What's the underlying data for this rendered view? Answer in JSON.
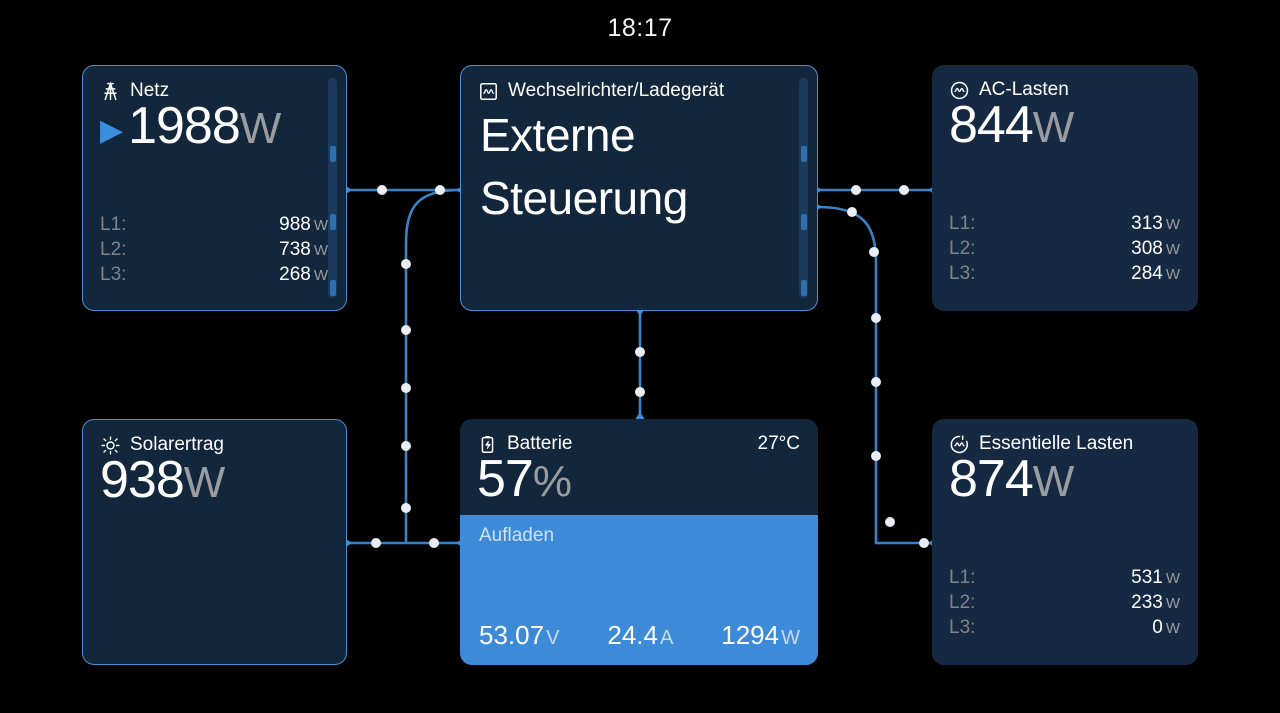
{
  "header": {
    "time": "18:17"
  },
  "panels": {
    "grid": {
      "name": "grid-panel",
      "icon": "transmission-tower-icon",
      "title": "Netz",
      "value": "1988",
      "unit": "W",
      "direction_arrow": "▶",
      "phases": [
        {
          "label": "L1:",
          "value": "988",
          "unit": "W"
        },
        {
          "label": "L2:",
          "value": "738",
          "unit": "W"
        },
        {
          "label": "L3:",
          "value": "268",
          "unit": "W"
        }
      ]
    },
    "inverter": {
      "name": "inverter-charger-panel",
      "icon": "inverter-sine-icon",
      "title": "Wechselrichter/Ladegerät",
      "status_line1": "Externe",
      "status_line2": "Steuerung"
    },
    "ac_loads": {
      "name": "ac-loads-panel",
      "icon": "ac-sine-circle-icon",
      "title": "AC-Lasten",
      "value": "844",
      "unit": "W",
      "phases": [
        {
          "label": "L1:",
          "value": "313",
          "unit": "W"
        },
        {
          "label": "L2:",
          "value": "308",
          "unit": "W"
        },
        {
          "label": "L3:",
          "value": "284",
          "unit": "W"
        }
      ]
    },
    "solar": {
      "name": "solar-yield-panel",
      "icon": "sun-icon",
      "title": "Solarertrag",
      "value": "938",
      "unit": "W"
    },
    "battery": {
      "name": "battery-panel",
      "icon": "battery-bolt-icon",
      "title": "Batterie",
      "temperature": "27°C",
      "soc_value": "57",
      "soc_unit": "%",
      "state": "Aufladen",
      "voltage": "53.07",
      "voltage_unit": "V",
      "current": "24.4",
      "current_unit": "A",
      "power": "1294",
      "power_unit": "W",
      "fill_percent": 57
    },
    "essential_loads": {
      "name": "essential-loads-panel",
      "icon": "essential-loads-icon",
      "title": "Essentielle Lasten",
      "value": "874",
      "unit": "W",
      "phases": [
        {
          "label": "L1:",
          "value": "531",
          "unit": "W"
        },
        {
          "label": "L2:",
          "value": "233",
          "unit": "W"
        },
        {
          "label": "L3:",
          "value": "0",
          "unit": "W"
        }
      ]
    }
  },
  "colors": {
    "background": "#000000",
    "panel_fill": "#152a42",
    "panel_fill_bordered": "#12263c",
    "panel_border": "#4a8fd4",
    "accent_blue": "#3d8bd8",
    "link_line": "#3b82c4",
    "flow_dot": "#e9eef4",
    "text_primary": "#ffffff",
    "text_unit": "#9a9da0",
    "text_muted": "#7e848b"
  }
}
